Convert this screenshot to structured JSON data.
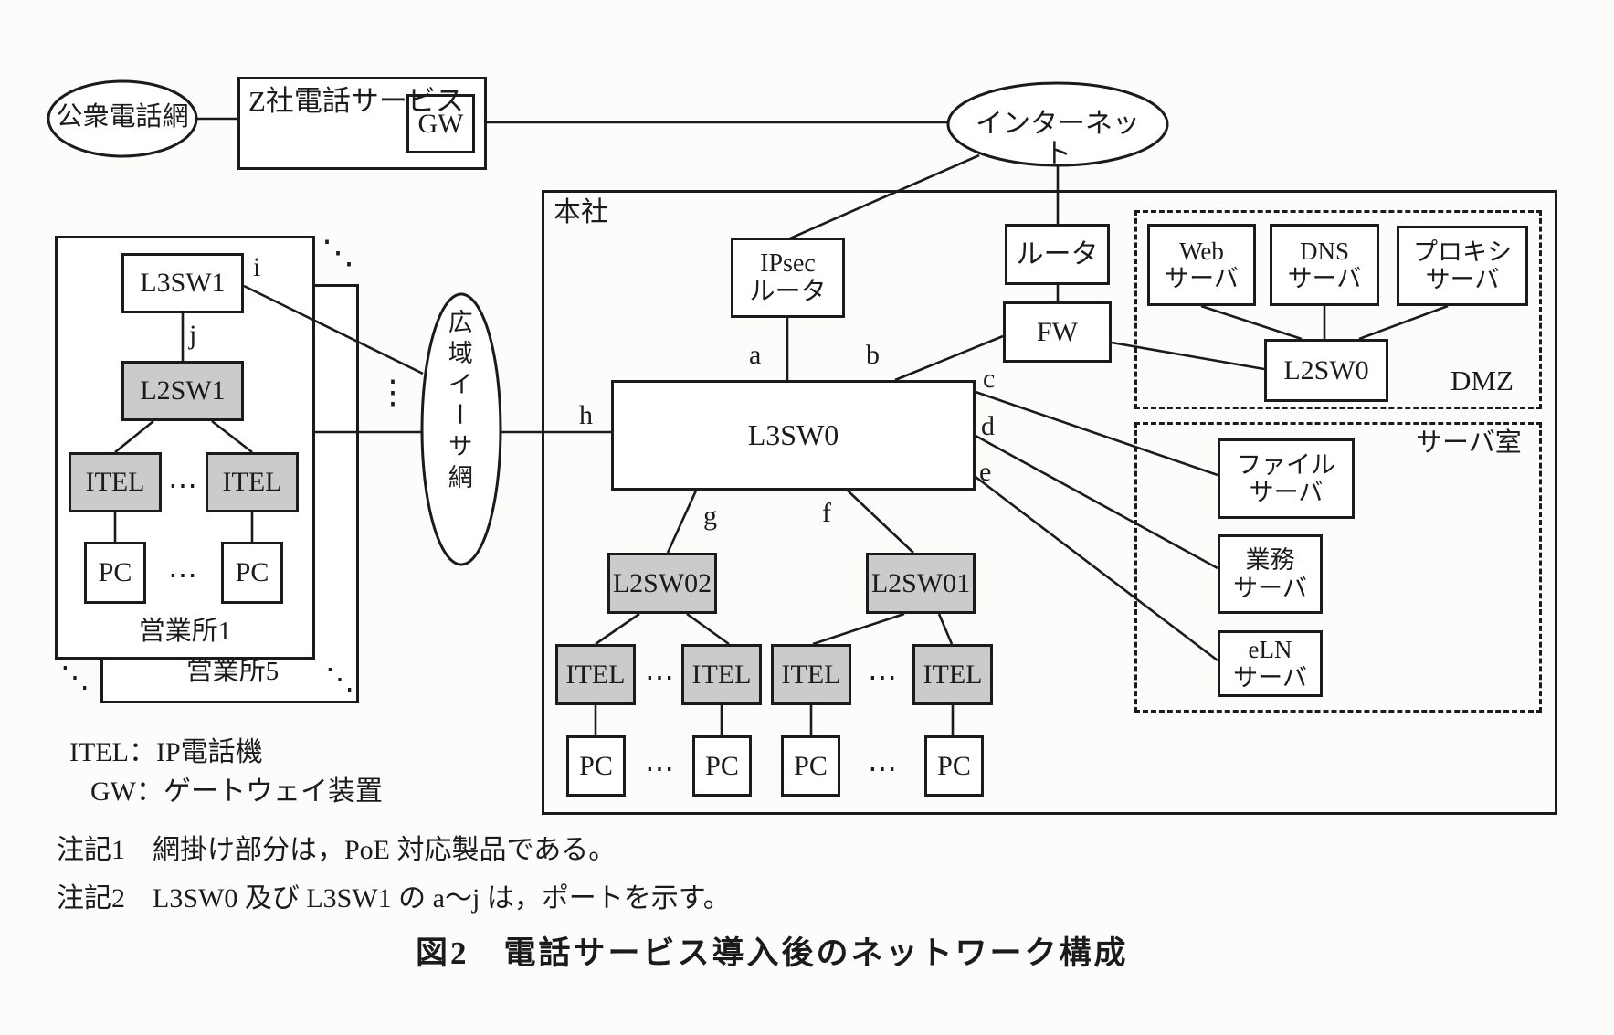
{
  "colors": {
    "line": "#1b1b1b",
    "poe_shaded": "#cbcbcb",
    "background": "#fcfcfa"
  },
  "external": {
    "pstn": "公衆電話網",
    "z_service": "Z社電話サービス",
    "gw": "GW",
    "internet": "インターネット"
  },
  "wan": {
    "label": "広域イーサ網"
  },
  "hq": {
    "label": "本社",
    "ipsec_router": "IPsec\nルータ",
    "router": "ルータ",
    "fw": "FW",
    "l3sw0": "L3SW0",
    "l2sw02": "L2SW02",
    "l2sw01": "L2SW01",
    "itel": "ITEL",
    "pc": "PC"
  },
  "dmz": {
    "label": "DMZ",
    "web": "Web\nサーバ",
    "dns": "DNS\nサーバ",
    "proxy": "プロキシ\nサーバ",
    "l2sw0": "L2SW0"
  },
  "server_room": {
    "label": "サーバ室",
    "file": "ファイル\nサーバ",
    "biz": "業務\nサーバ",
    "eln": "eLN\nサーバ"
  },
  "office": {
    "label1": "営業所1",
    "label5": "営業所5",
    "l3sw1": "L3SW1",
    "l2sw1": "L2SW1",
    "itel": "ITEL",
    "pc": "PC"
  },
  "ports": {
    "a": "a",
    "b": "b",
    "c": "c",
    "d": "d",
    "e": "e",
    "f": "f",
    "g": "g",
    "h": "h",
    "i": "i",
    "j": "j"
  },
  "dots": {
    "h": "⋯",
    "v": "⋮",
    "d": "⋱"
  },
  "legend": {
    "itel": "ITEL：IP電話機",
    "gw": "GW：ゲートウェイ装置"
  },
  "notes": {
    "note1": "注記1　網掛け部分は，PoE 対応製品である。",
    "note2": "注記2　L3SW0 及び L3SW1 の a～j は，ポートを示す。"
  },
  "caption": "図2　電話サービス導入後のネットワーク構成"
}
